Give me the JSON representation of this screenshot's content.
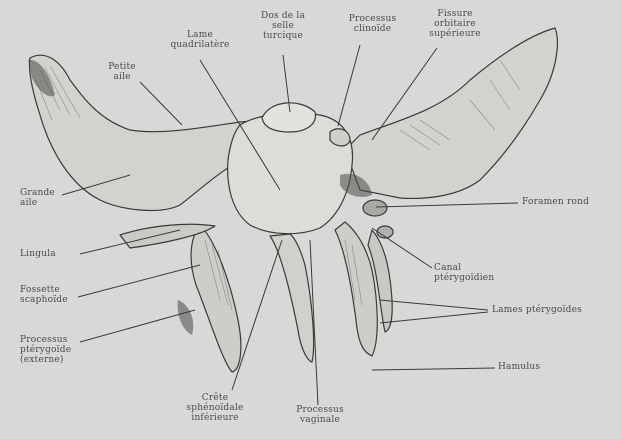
{
  "labels": {
    "petite_aile": "Petite\naile",
    "lame_quadrilatere": "Lame\nquadrilatère",
    "dos_selle_turcique": "Dos de la\nselle\nturcique",
    "processus_clinoide": "Processus\nclinoïde",
    "fissure_orbitaire": "Fissure\norbitaire\nsupérieure",
    "grande_aile": "Grande\naile",
    "lingula": "Lingula",
    "fossette_scaphoide": "Fossette\nscaphoïde",
    "processus_pterygoide": "Processus\nptérygoïde\n(externe)",
    "foramen_rond": "Foramen rond",
    "canal_pterygoidien": "Canal\nptérygoïdien",
    "lames_pterygoides": "Lames ptérygoïdes",
    "hamulus": "Hamulus",
    "crete_sphenoidale": "Crête\nsphénoïdale\ninférieure",
    "processus_vaginale": "Processus\nvaginale"
  },
  "colors": {
    "background": "#d8d8d6",
    "ink": "#3c3c3c",
    "bone_shade": "#b8b8b5"
  }
}
